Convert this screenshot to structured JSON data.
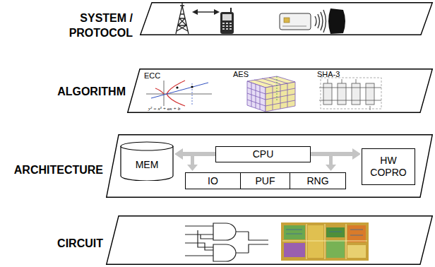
{
  "diagram": {
    "nodes": [
      {
        "text": [
          "SYSTEM / PROTOCOL"
        ]
      },
      {
        "text": [
          "ALGORITHM",
          "ECC",
          "AES",
          "SHA-3"
        ]
      },
      {
        "text": [
          "ARCHITECTURE"
        ]
      },
      {
        "text": [
          "MEM"
        ],
        "in": 2
      },
      {
        "text": [
          "CPU"
        ],
        "in": 2
      },
      {
        "text": [
          "IO"
        ],
        "in": 2
      },
      {
        "text": [
          "PUF"
        ],
        "in": 2
      },
      {
        "text": [
          "RNG"
        ],
        "in": 2
      },
      {
        "text": [
          "HW COPRO"
        ],
        "in": 2
      },
      {
        "text": [
          "CIRCUIT"
        ]
      }
    ],
    "edges": [
      {
        "from": 3,
        "to": 8,
        "arrow": "both"
      }
    ],
    "labels": [
      "y² = x³ + ax + b"
    ]
  }
}
